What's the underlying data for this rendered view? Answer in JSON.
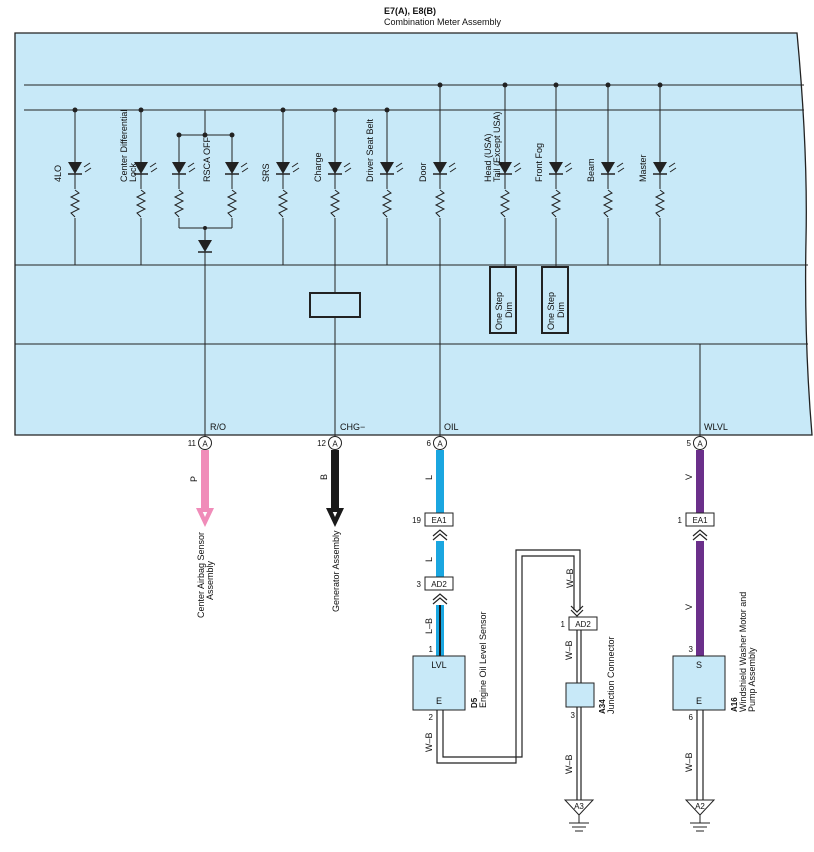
{
  "header": {
    "connector_ids": "E7(A), E8(B)",
    "component_name": "Combination Meter Assembly"
  },
  "meter": {
    "indicators": [
      "4LO",
      "Center Differential",
      "Lock",
      "RSCA OFF",
      "SRS",
      "Charge",
      "Driver Seat Belt",
      "Door",
      "Head (USA)",
      "Tail (Except USA)",
      "Front Fog",
      "Beam",
      "Master"
    ],
    "dimmers": [
      "One Step",
      "Dim"
    ],
    "terminals": [
      "R/O",
      "CHG−",
      "OIL",
      "WLVL"
    ]
  },
  "pins": {
    "ro": {
      "number": "11",
      "letter": "A"
    },
    "chg": {
      "number": "12",
      "letter": "A"
    },
    "oil": {
      "number": "6",
      "letter": "A"
    },
    "wlvl": {
      "number": "5",
      "letter": "A"
    }
  },
  "wires": {
    "ro": "P",
    "chg": "B",
    "oil_1": "L",
    "oil_2": "L",
    "oil_3": "L–B",
    "wlvl_1": "V",
    "wlvl_2": "V",
    "gnd_d5": "W–B",
    "jc_1": "W–B",
    "jc_2": "W–B",
    "jc_3": "W–B",
    "gnd_a16": "W–B"
  },
  "connectors": {
    "ea1": "EA1",
    "ad2": "AD2",
    "oil_ea1_pin": "19",
    "oil_ad2_pin": "3",
    "jc_ad2_pin": "1",
    "wlvl_ea1_pin": "1"
  },
  "destinations": {
    "airbag": [
      "Center Airbag Sensor",
      "Assembly"
    ],
    "generator": "Generator Assembly"
  },
  "components": {
    "d5": {
      "id": "D5",
      "name": "Engine Oil Level Sensor",
      "terminal_top": "LVL",
      "terminal_bottom": "E",
      "pin_top": "1",
      "pin_bottom": "2"
    },
    "a34": {
      "id": "A34",
      "name": "Junction Connector",
      "pin_bottom": "3"
    },
    "a16": {
      "id": "A16",
      "name": [
        "Windshield Washer Motor and",
        "Pump Assembly"
      ],
      "terminal_top": "S",
      "terminal_bottom": "E",
      "pin_top": "3",
      "pin_bottom": "6"
    }
  },
  "grounds": {
    "a3": "A3",
    "a2": "A2"
  },
  "colors": {
    "panel": "#c8e9f8",
    "pink_wire": "#f08cb9",
    "black_wire": "#1a1a1a",
    "blue_wire": "#1aa6e0",
    "purple_wire": "#6b2f8a",
    "component_fill": "#c8e9f8",
    "line": "#222222"
  }
}
